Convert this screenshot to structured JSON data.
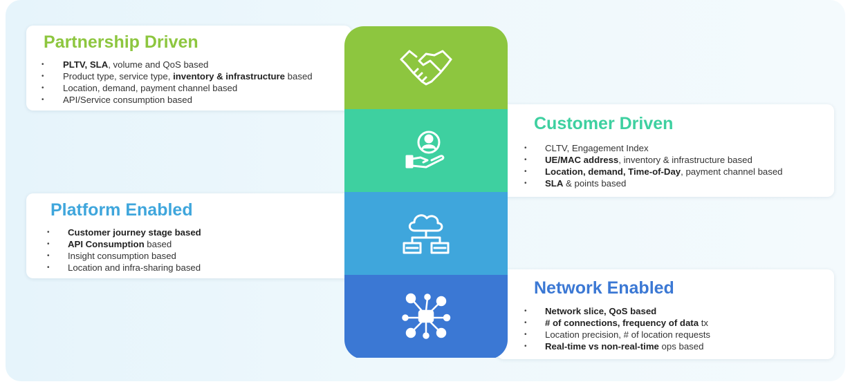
{
  "partnership": {
    "title": "Partnership Driven",
    "items": [
      {
        "bold": "PLTV,  SLA",
        "rest": ",  volume and QoS based"
      },
      {
        "pre": "Product type, service type, ",
        "bold": "inventory & infrastructure",
        "rest": " based"
      },
      {
        "pre": "Location, demand, payment channel based"
      },
      {
        "pre": "API/Service  consumption based"
      }
    ]
  },
  "customer": {
    "title": "Customer Driven",
    "items": [
      {
        "pre": "CLTV, Engagement Index"
      },
      {
        "bold": "UE/MAC address",
        "rest": ", inventory & infrastructure based"
      },
      {
        "bold": "Location, demand, Time-of-Day",
        "rest": ", payment channel based"
      },
      {
        "bold": "SLA",
        "rest": "  & points based"
      }
    ]
  },
  "platform": {
    "title": "Platform Enabled",
    "items": [
      {
        "bold": "Customer journey stage based"
      },
      {
        "bold": "API Consumption",
        "rest": " based"
      },
      {
        "pre": "Insight consumption based"
      },
      {
        "pre": "Location and infra-sharing based"
      }
    ]
  },
  "network": {
    "title": "Network Enabled",
    "items": [
      {
        "bold": "Network slice, QoS based"
      },
      {
        "bold": "# of connections, frequency of data",
        "rest": " tx"
      },
      {
        "pre": "Location precision, # of location requests"
      },
      {
        "bold": "Real-time vs non-real-time",
        "rest": " ops based"
      }
    ]
  },
  "icons": [
    "handshake-icon",
    "user-hand-icon",
    "cloud-network-icon",
    "network-hub-icon"
  ],
  "colors": {
    "partnership": "#8dc63f",
    "customer": "#3ed0a0",
    "platform": "#3fa6dc",
    "network": "#3b78d4"
  }
}
